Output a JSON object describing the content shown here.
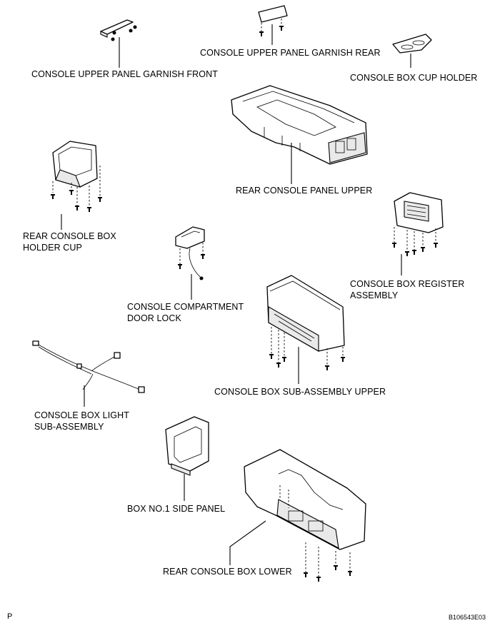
{
  "labels": {
    "garnish_front": "CONSOLE UPPER PANEL GARNISH FRONT",
    "garnish_rear": "CONSOLE UPPER PANEL GARNISH REAR",
    "cup_holder": "CONSOLE BOX CUP HOLDER",
    "panel_upper": "REAR CONSOLE PANEL UPPER",
    "holder_cup_line1": "REAR CONSOLE BOX",
    "holder_cup_line2": "HOLDER CUP",
    "register_line1": "CONSOLE BOX REGISTER",
    "register_line2": "ASSEMBLY",
    "door_lock_line1": "CONSOLE COMPARTMENT",
    "door_lock_line2": "DOOR LOCK",
    "sub_upper": "CONSOLE BOX SUB-ASSEMBLY UPPER",
    "light_line1": "CONSOLE BOX LIGHT",
    "light_line2": "SUB-ASSEMBLY",
    "side_panel": "BOX NO.1 SIDE PANEL",
    "box_lower": "REAR CONSOLE BOX LOWER"
  },
  "footer": {
    "left_code": "P",
    "figure_id": "B106543E03"
  }
}
